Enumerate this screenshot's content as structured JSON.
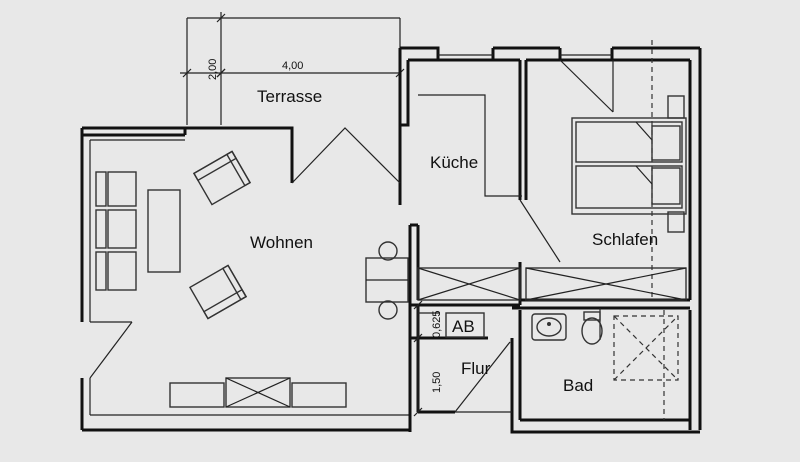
{
  "rooms": {
    "terrasse": "Terrasse",
    "kueche": "Küche",
    "wohnen": "Wohnen",
    "schlafen": "Schlafen",
    "ab": "AB",
    "flur": "Flur",
    "bad": "Bad"
  },
  "dimensions": {
    "terrace_width": "4,00",
    "terrace_depth": "2,00",
    "ab_depth": "0,625",
    "flur_depth": "1,50"
  },
  "colors": {
    "background": "#e8e8e8",
    "lines": "#111111"
  }
}
